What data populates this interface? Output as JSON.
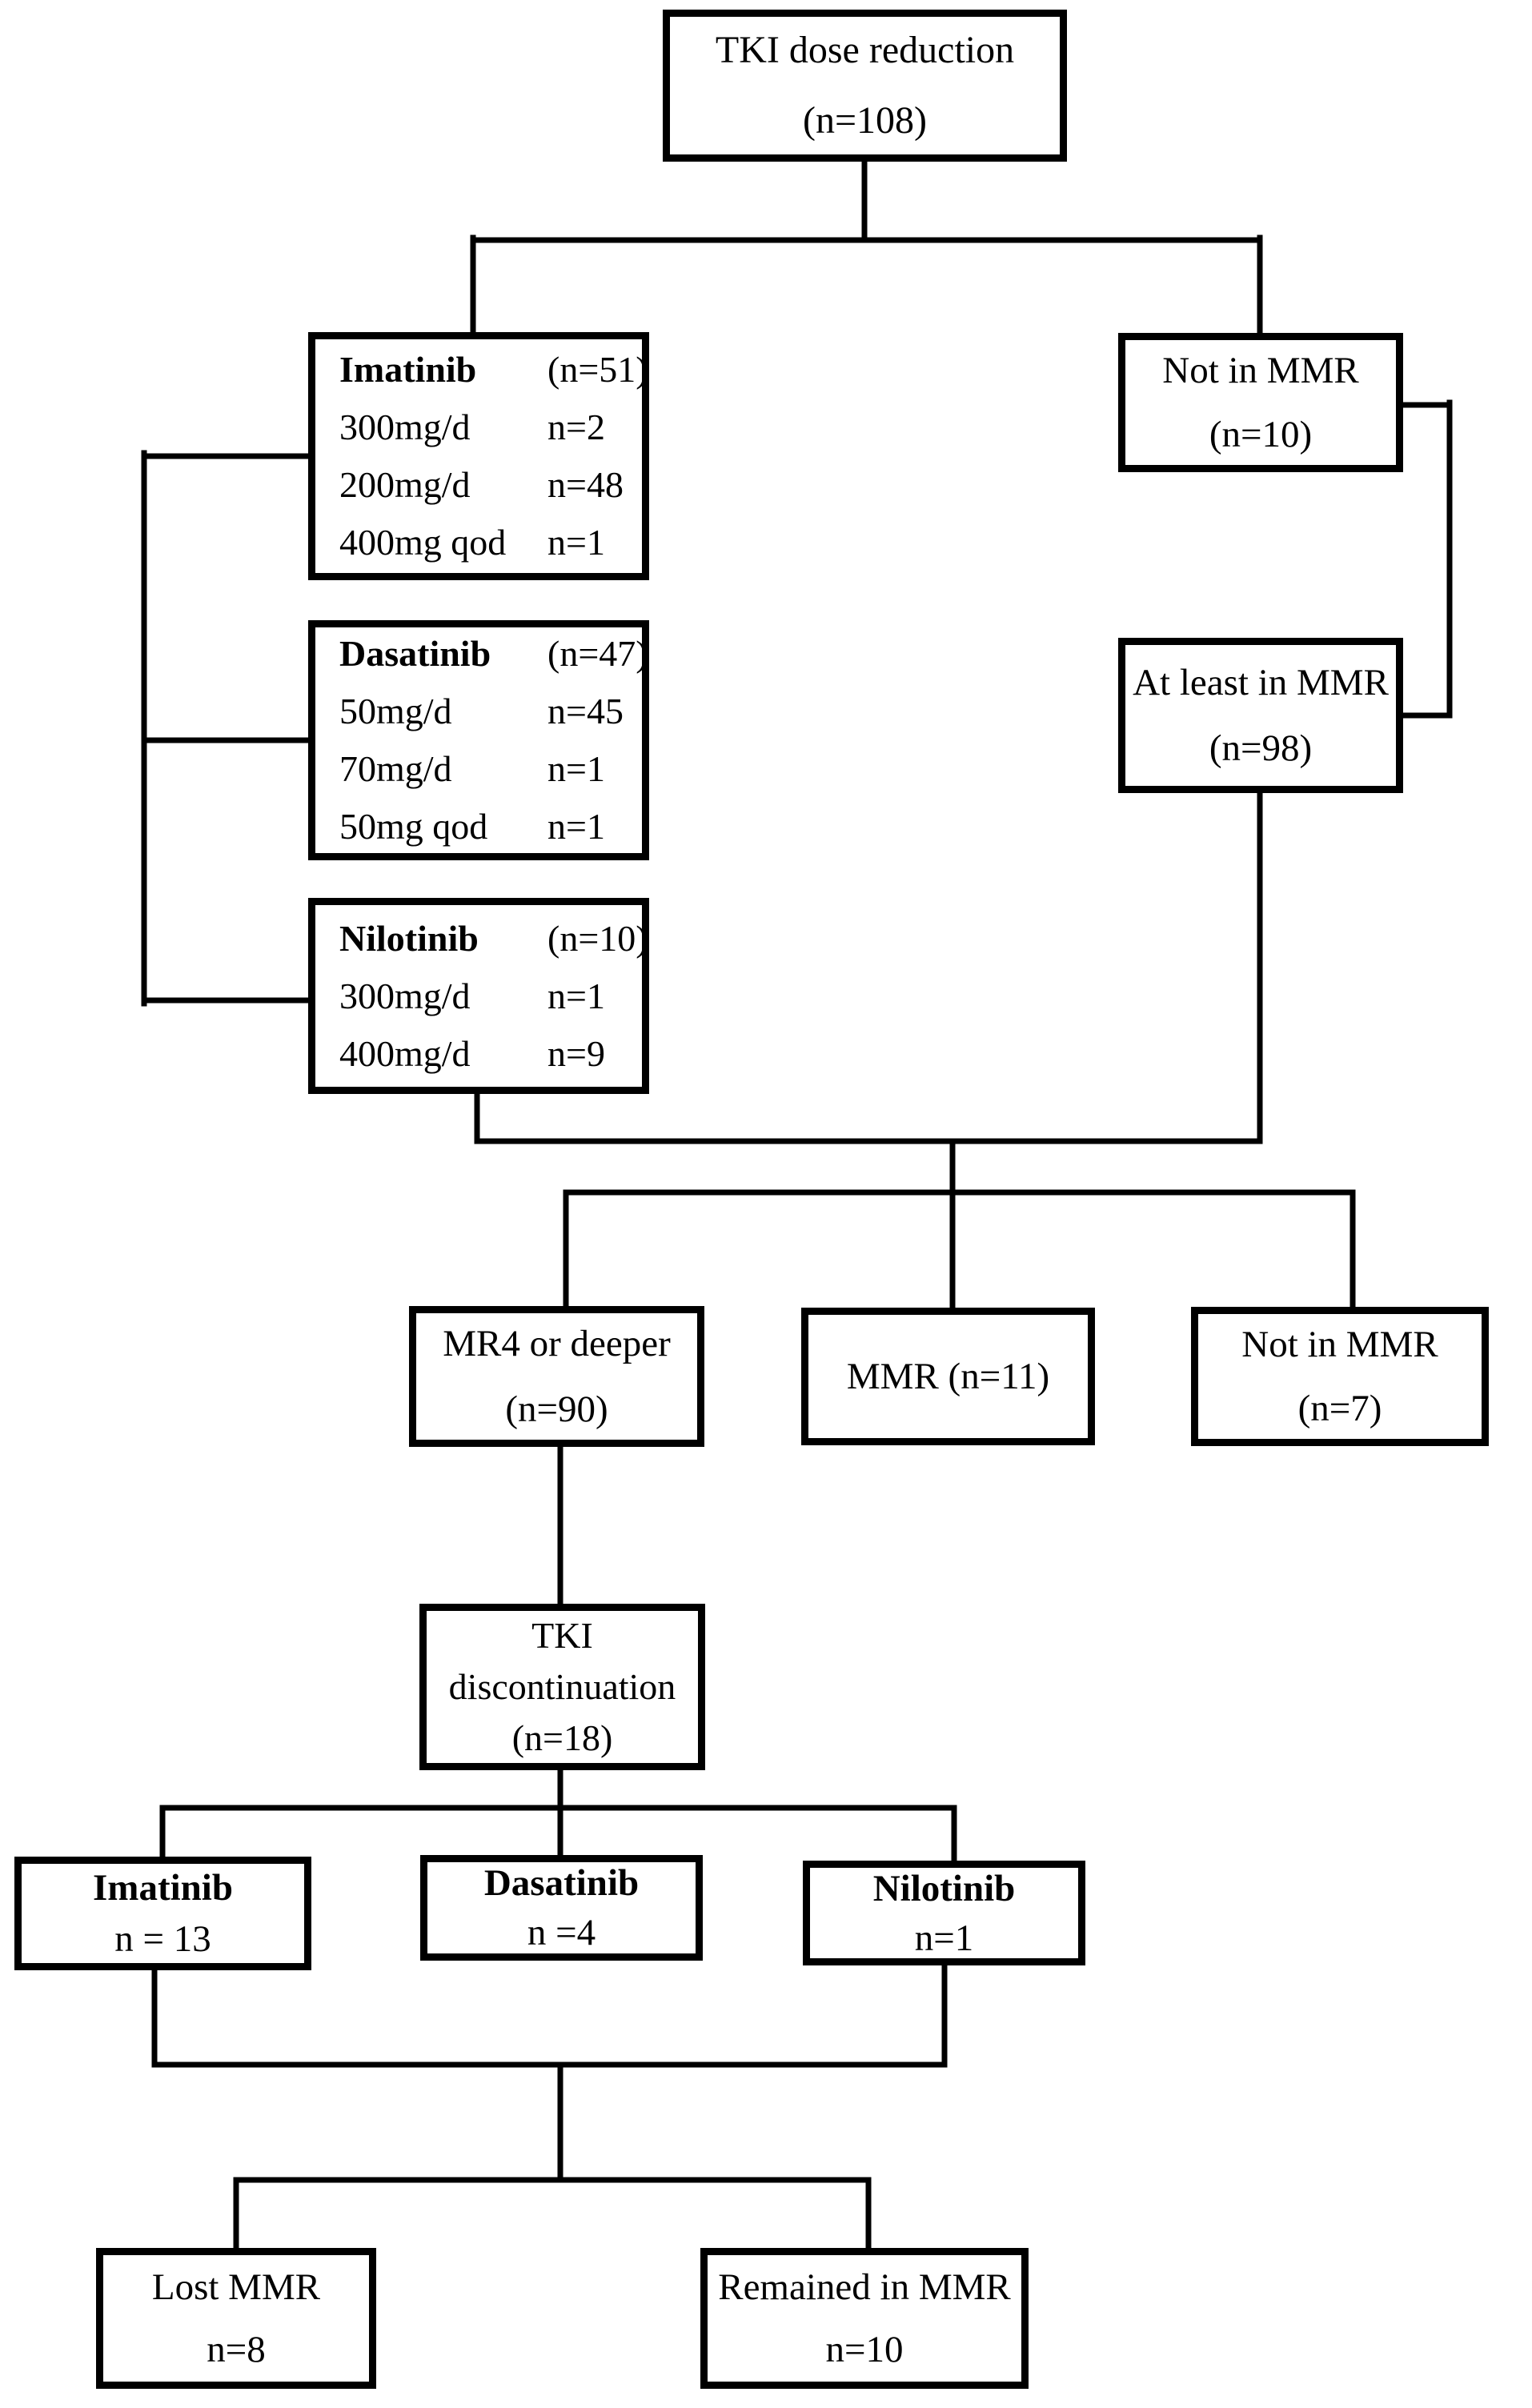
{
  "colors": {
    "ink": "#000000",
    "paper": "#ffffff"
  },
  "top_box": {
    "line1": "TKI dose reduction",
    "line2": "(n=108)"
  },
  "imatinib_dose": {
    "name": "Imatinib",
    "n": "(n=51)",
    "rows": [
      [
        "300mg/d",
        "n=2"
      ],
      [
        "200mg/d",
        "n=48"
      ],
      [
        "400mg qod",
        "n=1"
      ]
    ]
  },
  "dasatinib_dose": {
    "name": "Dasatinib",
    "n": "(n=47)",
    "rows": [
      [
        "50mg/d",
        "n=45"
      ],
      [
        "70mg/d",
        "n=1"
      ],
      [
        "50mg qod",
        "n=1"
      ]
    ]
  },
  "nilotinib_dose": {
    "name": "Nilotinib",
    "n": "(n=10)",
    "rows": [
      [
        "300mg/d",
        "n=1"
      ],
      [
        "400mg/d",
        "n=9"
      ]
    ]
  },
  "not_in_mmr_10": {
    "line1": "Not in MMR",
    "line2": "(n=10)"
  },
  "at_least_mmr": {
    "line1": "At least in MMR",
    "line2": "(n=98)"
  },
  "mr4_box": {
    "line1": "MR4 or deeper",
    "line2": "(n=90)"
  },
  "mmr_11_box": {
    "line1": "MMR (n=11)"
  },
  "not_in_mmr_7": {
    "line1": "Not in MMR",
    "line2": "(n=7)"
  },
  "tki_disc_box": {
    "line1": "TKI",
    "line2": "discontinuation",
    "line3": "(n=18)"
  },
  "imatinib_13": {
    "name": "Imatinib",
    "n": "n = 13"
  },
  "dasatinib_4": {
    "name": "Dasatinib",
    "n": "n =4"
  },
  "nilotinib_1": {
    "name": "Nilotinib",
    "n": "n=1"
  },
  "lost_mmr": {
    "line1": "Lost MMR",
    "line2": "n=8"
  },
  "remained_mmr": {
    "line1": "Remained in MMR",
    "line2": "n=10"
  }
}
